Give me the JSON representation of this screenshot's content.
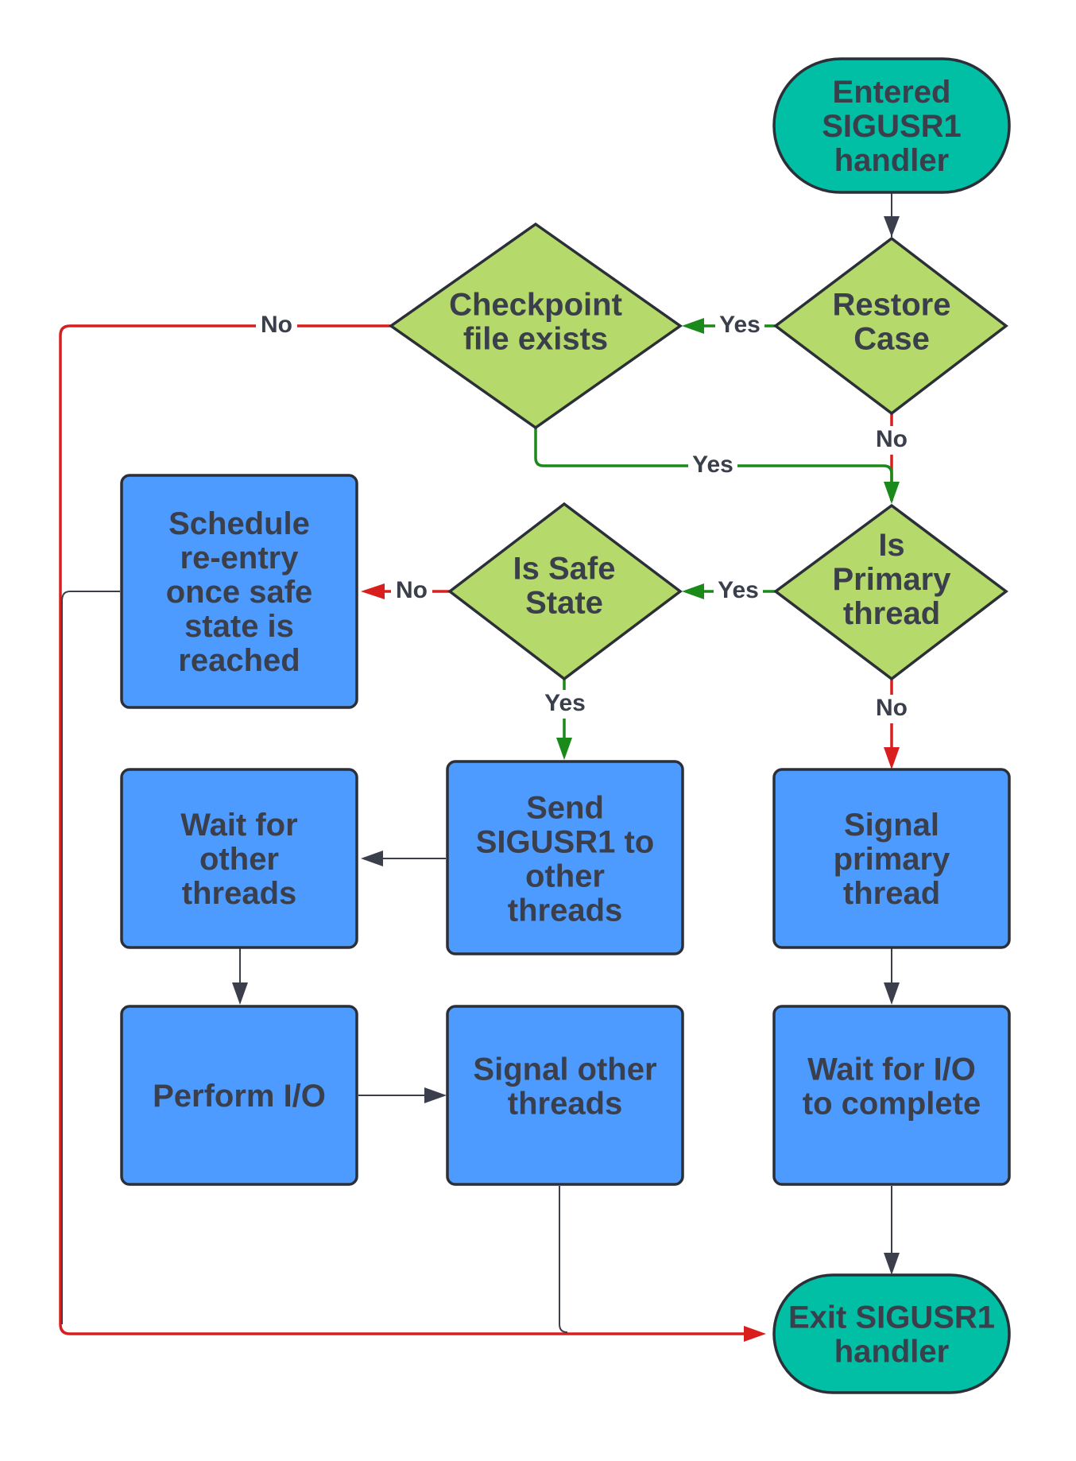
{
  "colors": {
    "terminal_fill": "#00bfa5",
    "decision_fill": "#b5d96a",
    "process_fill": "#4d9bff",
    "outline": "#2b2f38",
    "yes_edge": "#1a8a1a",
    "no_edge": "#d91e1e",
    "plain_edge": "#3a3f4b",
    "exit_edge": "#9a2a2a"
  },
  "nodes": {
    "entered": {
      "lines": [
        "Entered",
        "SIGUSR1",
        "handler"
      ]
    },
    "restore": {
      "lines": [
        "Restore",
        "Case"
      ]
    },
    "checkpoint": {
      "lines": [
        "Checkpoint",
        "file exists"
      ]
    },
    "primary": {
      "lines": [
        "Is",
        "Primary",
        "thread"
      ]
    },
    "safe": {
      "lines": [
        "Is Safe",
        "State"
      ]
    },
    "schedule": {
      "lines": [
        "Schedule",
        "re-entry",
        "once safe",
        "state is",
        "reached"
      ]
    },
    "send": {
      "lines": [
        "Send",
        "SIGUSR1 to",
        "other",
        "threads"
      ]
    },
    "wait_threads": {
      "lines": [
        "Wait for",
        "other",
        "threads"
      ]
    },
    "signal_primary": {
      "lines": [
        "Signal",
        "primary",
        "thread"
      ]
    },
    "perform": {
      "lines": [
        "Perform I/O"
      ]
    },
    "signal_others": {
      "lines": [
        "Signal other",
        "threads"
      ]
    },
    "wait_io": {
      "lines": [
        "Wait for I/O",
        "to complete"
      ]
    },
    "exit": {
      "lines": [
        "Exit SIGUSR1",
        "handler"
      ]
    }
  },
  "edge_labels": {
    "restore_to_checkpoint": "Yes",
    "restore_to_primary": "No",
    "checkpoint_to_exit": "No",
    "checkpoint_to_primary": "Yes",
    "primary_to_safe": "Yes",
    "primary_to_signal": "No",
    "safe_to_schedule": "No",
    "safe_to_send": "Yes"
  }
}
